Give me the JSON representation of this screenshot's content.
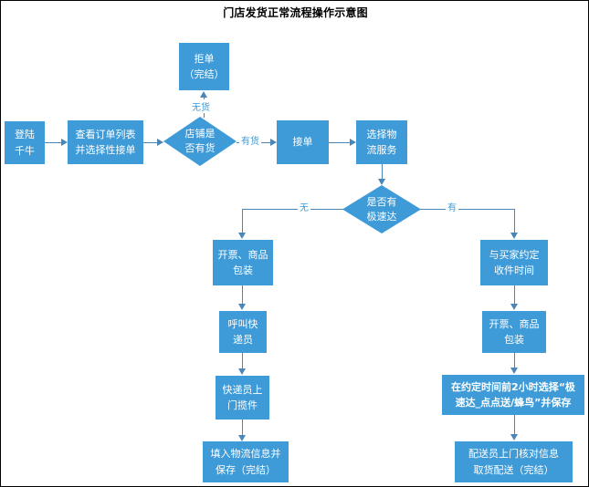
{
  "title": "门店发货正常流程操作示意图",
  "colors": {
    "node_fill": "#3e9bd8",
    "node_text": "#ffffff",
    "connector": "#4a86b8",
    "label_text": "#3e9bd8",
    "canvas_bg": "#ffffff",
    "border": "#000000"
  },
  "nodes": {
    "login": "登陆\n千牛",
    "view_orders": "查看订单列表\n并选择性接单",
    "stock_check": "店铺是\n否有货",
    "reject": "拒单\n（完结）",
    "accept": "接单",
    "choose_logistics": "选择物\n流服务",
    "speed_check": "是否有\n极速达",
    "invoice_pack_left": "开票、商品\n包装",
    "call_courier": "呼叫快\n递员",
    "courier_pickup": "快递员上\n门揽件",
    "fill_logistics": "填入物流信息并\n保存（完结）",
    "appoint_time": "与买家约定\n收件时间",
    "invoice_pack_right": "开票、商品\n包装",
    "select_speed": "在约定时间前2小时选择“极\n速达_点点送/蜂鸟”并保存",
    "courier_deliver": "配送员上门核对信息\n取货配送（完结）"
  },
  "edge_labels": {
    "no_stock": "无货",
    "has_stock": "有货",
    "no_speed": "无",
    "has_speed": "有"
  }
}
